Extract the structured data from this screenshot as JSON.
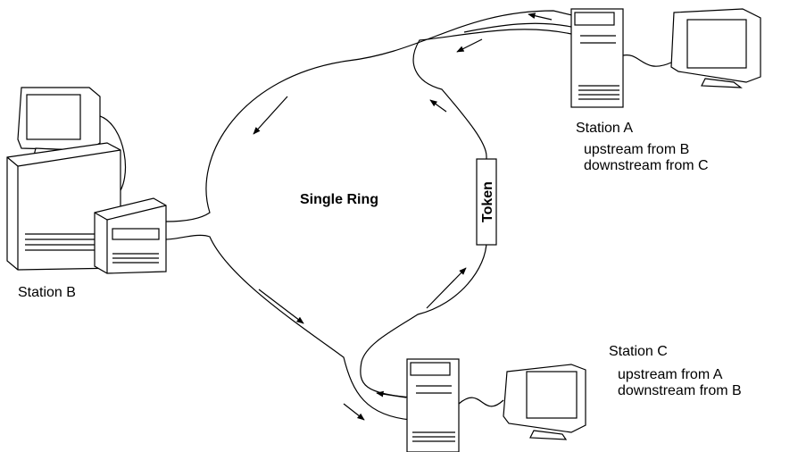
{
  "ring_label": "Single Ring",
  "token_label": "Token",
  "stations": {
    "a": {
      "name": "Station A",
      "line1": "upstream from B",
      "line2": "downstream from C"
    },
    "b": {
      "name": "Station B"
    },
    "c": {
      "name": "Station C",
      "line1": "upstream from A",
      "line2": "downstream from B"
    }
  },
  "icons": [
    "computer-tower-icon",
    "monitor-icon",
    "arrow-icon"
  ],
  "colors": {
    "line": "#000000",
    "background": "#ffffff"
  }
}
